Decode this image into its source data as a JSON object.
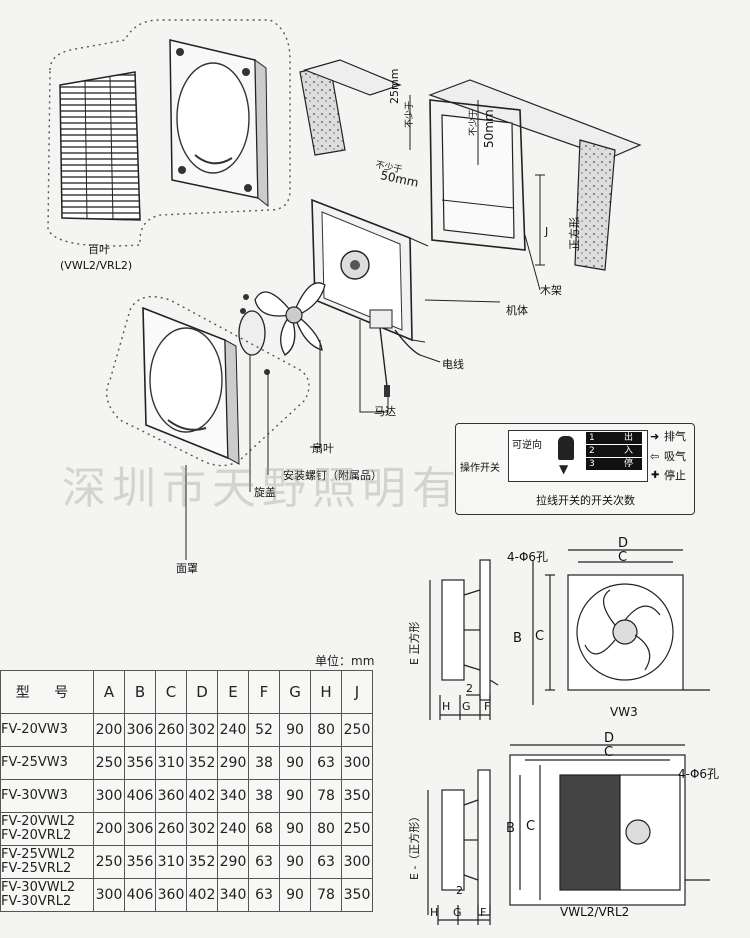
{
  "watermark": "深圳市天野照明有限公司",
  "diagram_labels": {
    "grille": "百叶",
    "grille_model": "(VWL2/VRL2)",
    "dim_25": "25mm",
    "dim_25_note": "不少于",
    "dim_50a": "50mm",
    "dim_50a_note": "不少于",
    "dim_50b": "50mm",
    "dim_50b_note": "不少于",
    "j_label": "J",
    "square_label": "正方形",
    "wood_frame": "木架",
    "body": "机体",
    "wire": "电线",
    "motor": "马达",
    "blade": "扇叶",
    "screws": "安装螺钉（附属品）",
    "spinner": "旋盖",
    "face_cover": "面罩"
  },
  "control": {
    "operation_switch": "操作开关",
    "reversible": "可逆向",
    "pull_count": "拉线开关的开关次数",
    "row1_num": "1",
    "row1_mode": "出",
    "row2_num": "2",
    "row2_mode": "入",
    "row3_num": "3",
    "row3_mode": "停",
    "exhaust": "排气",
    "intake": "吸气",
    "stop": "停止"
  },
  "drawing_vw3": {
    "hole": "4-Φ6孔",
    "d": "D",
    "c": "C",
    "b": "B",
    "c_side": "C",
    "e_square": "E 正方形",
    "n2": "2",
    "h": "H",
    "g": "G",
    "f": "F",
    "caption": "VW3"
  },
  "drawing_vwl2": {
    "hole": "4-Φ6孔",
    "d": "D",
    "c": "C",
    "b": "B",
    "c_side": "C",
    "e_square": "E -（正方形）",
    "n2": "2",
    "h": "H",
    "g": "G",
    "f": "F",
    "caption": "VWL2/VRL2"
  },
  "spec_table": {
    "unit": "单位：mm",
    "headers": [
      "型 号",
      "A",
      "B",
      "C",
      "D",
      "E",
      "F",
      "G",
      "H",
      "J"
    ],
    "rows": [
      {
        "models": [
          "FV-20VW3"
        ],
        "values": [
          "200",
          "306",
          "260",
          "302",
          "240",
          "52",
          "90",
          "80",
          "250"
        ]
      },
      {
        "models": [
          "FV-25VW3"
        ],
        "values": [
          "250",
          "356",
          "310",
          "352",
          "290",
          "38",
          "90",
          "63",
          "300"
        ]
      },
      {
        "models": [
          "FV-30VW3"
        ],
        "values": [
          "300",
          "406",
          "360",
          "402",
          "340",
          "38",
          "90",
          "78",
          "350"
        ]
      },
      {
        "models": [
          "FV-20VWL2",
          "FV-20VRL2"
        ],
        "values": [
          "200",
          "306",
          "260",
          "302",
          "240",
          "68",
          "90",
          "80",
          "250"
        ]
      },
      {
        "models": [
          "FV-25VWL2",
          "FV-25VRL2"
        ],
        "values": [
          "250",
          "356",
          "310",
          "352",
          "290",
          "63",
          "90",
          "63",
          "300"
        ]
      },
      {
        "models": [
          "FV-30VWL2",
          "FV-30VRL2"
        ],
        "values": [
          "300",
          "406",
          "360",
          "402",
          "340",
          "63",
          "90",
          "78",
          "350"
        ]
      }
    ]
  }
}
